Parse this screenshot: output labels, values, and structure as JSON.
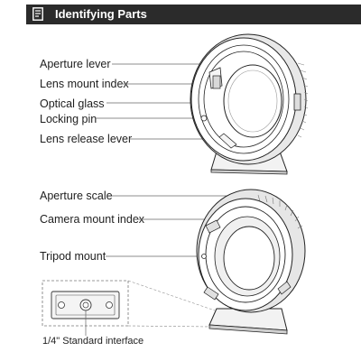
{
  "header": {
    "title": "Identifying Parts",
    "icon": "document-icon",
    "color": "#2b2b2b"
  },
  "top_labels": [
    "Aperture lever",
    "Lens mount index",
    "Optical glass",
    "Locking pin",
    "Lens release lever"
  ],
  "bottom_labels": [
    "Aperture scale",
    "Camera mount index",
    "Tripod mount"
  ],
  "tripod_caption": "1/4\" Standard interface"
}
